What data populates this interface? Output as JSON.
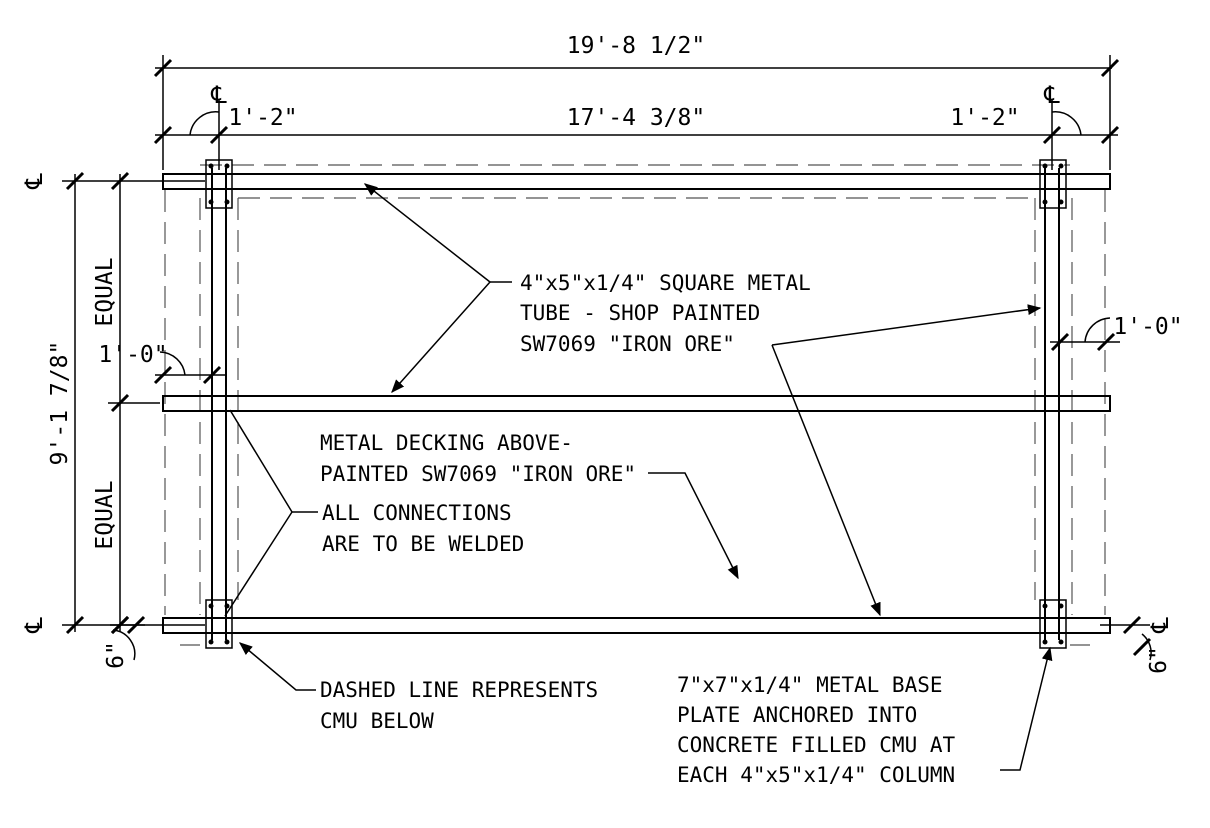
{
  "dimensions": {
    "overall_width": "19'-8 1/2\"",
    "center_span": "17'-4 3/8\"",
    "left_overhang": "1'-2\"",
    "right_overhang": "1'-2\"",
    "overall_depth": "9'-1 7/8\"",
    "upper_equal": "EQUAL",
    "lower_equal": "EQUAL",
    "mid_beam_offset_left": "1'-0\"",
    "mid_beam_offset_right": "1'-0\"",
    "bottom_offset_left": "6\"",
    "bottom_offset_right": "6\""
  },
  "centerline_symbol": "℄",
  "notes": {
    "tube": [
      "4\"x5\"x1/4\" SQUARE METAL",
      "TUBE - SHOP PAINTED",
      "SW7069 \"IRON ORE\""
    ],
    "decking": [
      "METAL DECKING ABOVE-",
      "PAINTED SW7069 \"IRON ORE\""
    ],
    "welds": [
      "ALL CONNECTIONS",
      "ARE TO BE WELDED"
    ],
    "dashed": [
      "DASHED LINE REPRESENTS",
      "CMU BELOW"
    ],
    "base_plate": [
      "7\"x7\"x1/4\" METAL BASE",
      "PLATE ANCHORED INTO",
      "CONCRETE FILLED CMU AT",
      "EACH 4\"x5\"x1/4\" COLUMN"
    ]
  }
}
